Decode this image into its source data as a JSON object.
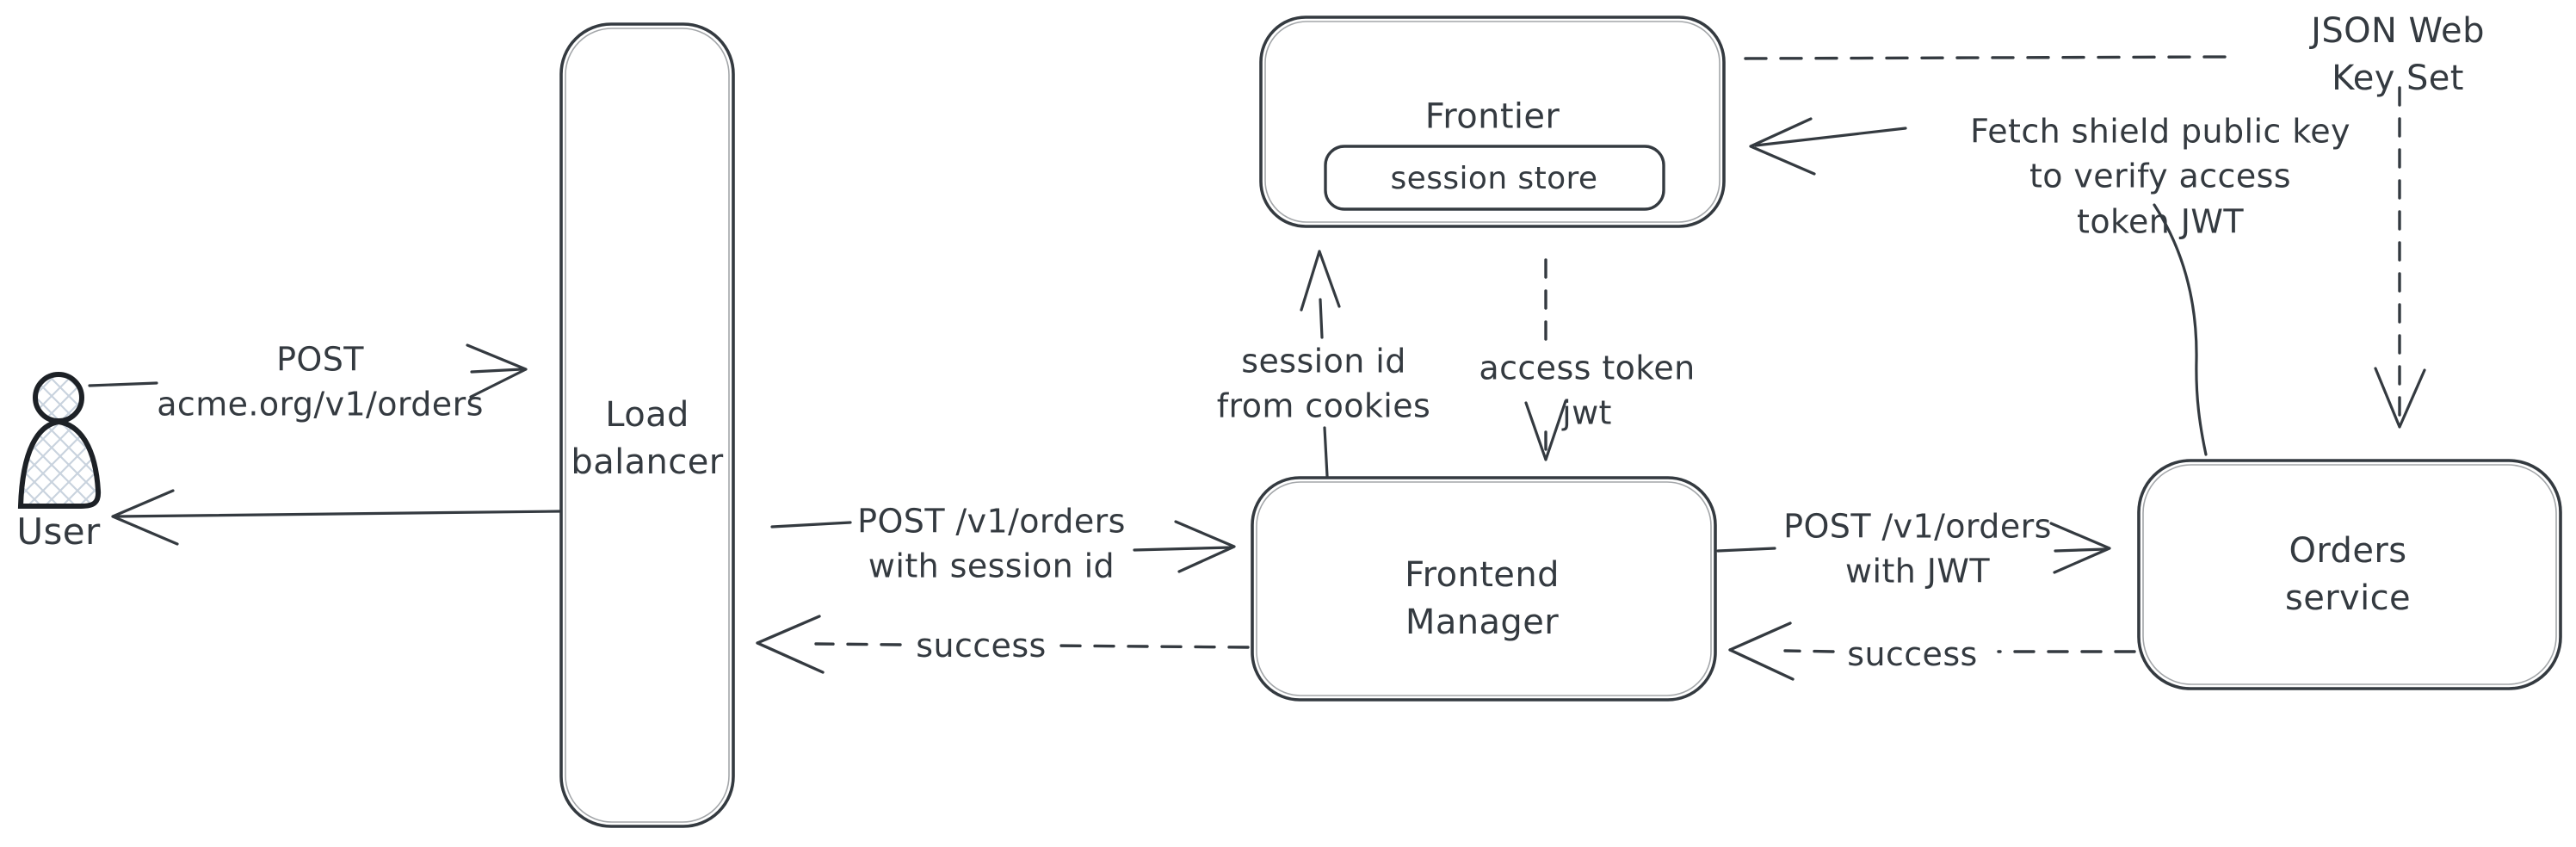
{
  "diagram": {
    "title": "Order request authentication flow",
    "colors": {
      "ink": "#343a40",
      "background": "#ffffff",
      "hatch": "#c9d3de"
    },
    "nodes": {
      "user": {
        "label": "User"
      },
      "load_balancer": {
        "label": "Load\nbalancer"
      },
      "frontier": {
        "label": "Frontier"
      },
      "session_store": {
        "label": "session store"
      },
      "frontend_manager": {
        "label": "Frontend\nManager"
      },
      "orders_service": {
        "label": "Orders service"
      },
      "jwks": {
        "label": "JSON Web Key Set"
      }
    },
    "edges": {
      "user_request": {
        "label": "POST\nacme.org/v1/orders",
        "style": "solid",
        "from": "User",
        "to": "Load balancer"
      },
      "lb_response": {
        "label": "",
        "style": "solid",
        "from": "Load balancer",
        "to": "User"
      },
      "post_session": {
        "label": "POST /v1/orders\nwith session id",
        "style": "solid",
        "from": "Load balancer",
        "to": "Frontend Manager"
      },
      "success_left": {
        "label": "success",
        "style": "dashed",
        "from": "Frontend Manager",
        "to": "Load balancer"
      },
      "session_cookies": {
        "label": "session id\nfrom cookies",
        "style": "solid",
        "from": "Frontend Manager",
        "to": "Frontier"
      },
      "access_jwt": {
        "label": "access token\njwt",
        "style": "dashed",
        "from": "Frontier",
        "to": "Frontend Manager"
      },
      "post_jwt": {
        "label": "POST /v1/orders\nwith JWT",
        "style": "solid",
        "from": "Frontend Manager",
        "to": "Orders service"
      },
      "success_right": {
        "label": "success",
        "style": "dashed",
        "from": "Orders service",
        "to": "Frontend Manager"
      },
      "fetch_key": {
        "label": "Fetch shield public key\nto verify access\ntoken JWT",
        "style": "solid",
        "from": "Orders service",
        "to": "Frontier"
      },
      "frontier_jwks": {
        "label": "",
        "style": "dashed",
        "from": "Frontier",
        "to": "JSON Web Key Set"
      },
      "jwks_orders": {
        "label": "",
        "style": "dashed",
        "from": "JSON Web Key Set",
        "to": "Orders service"
      }
    }
  }
}
